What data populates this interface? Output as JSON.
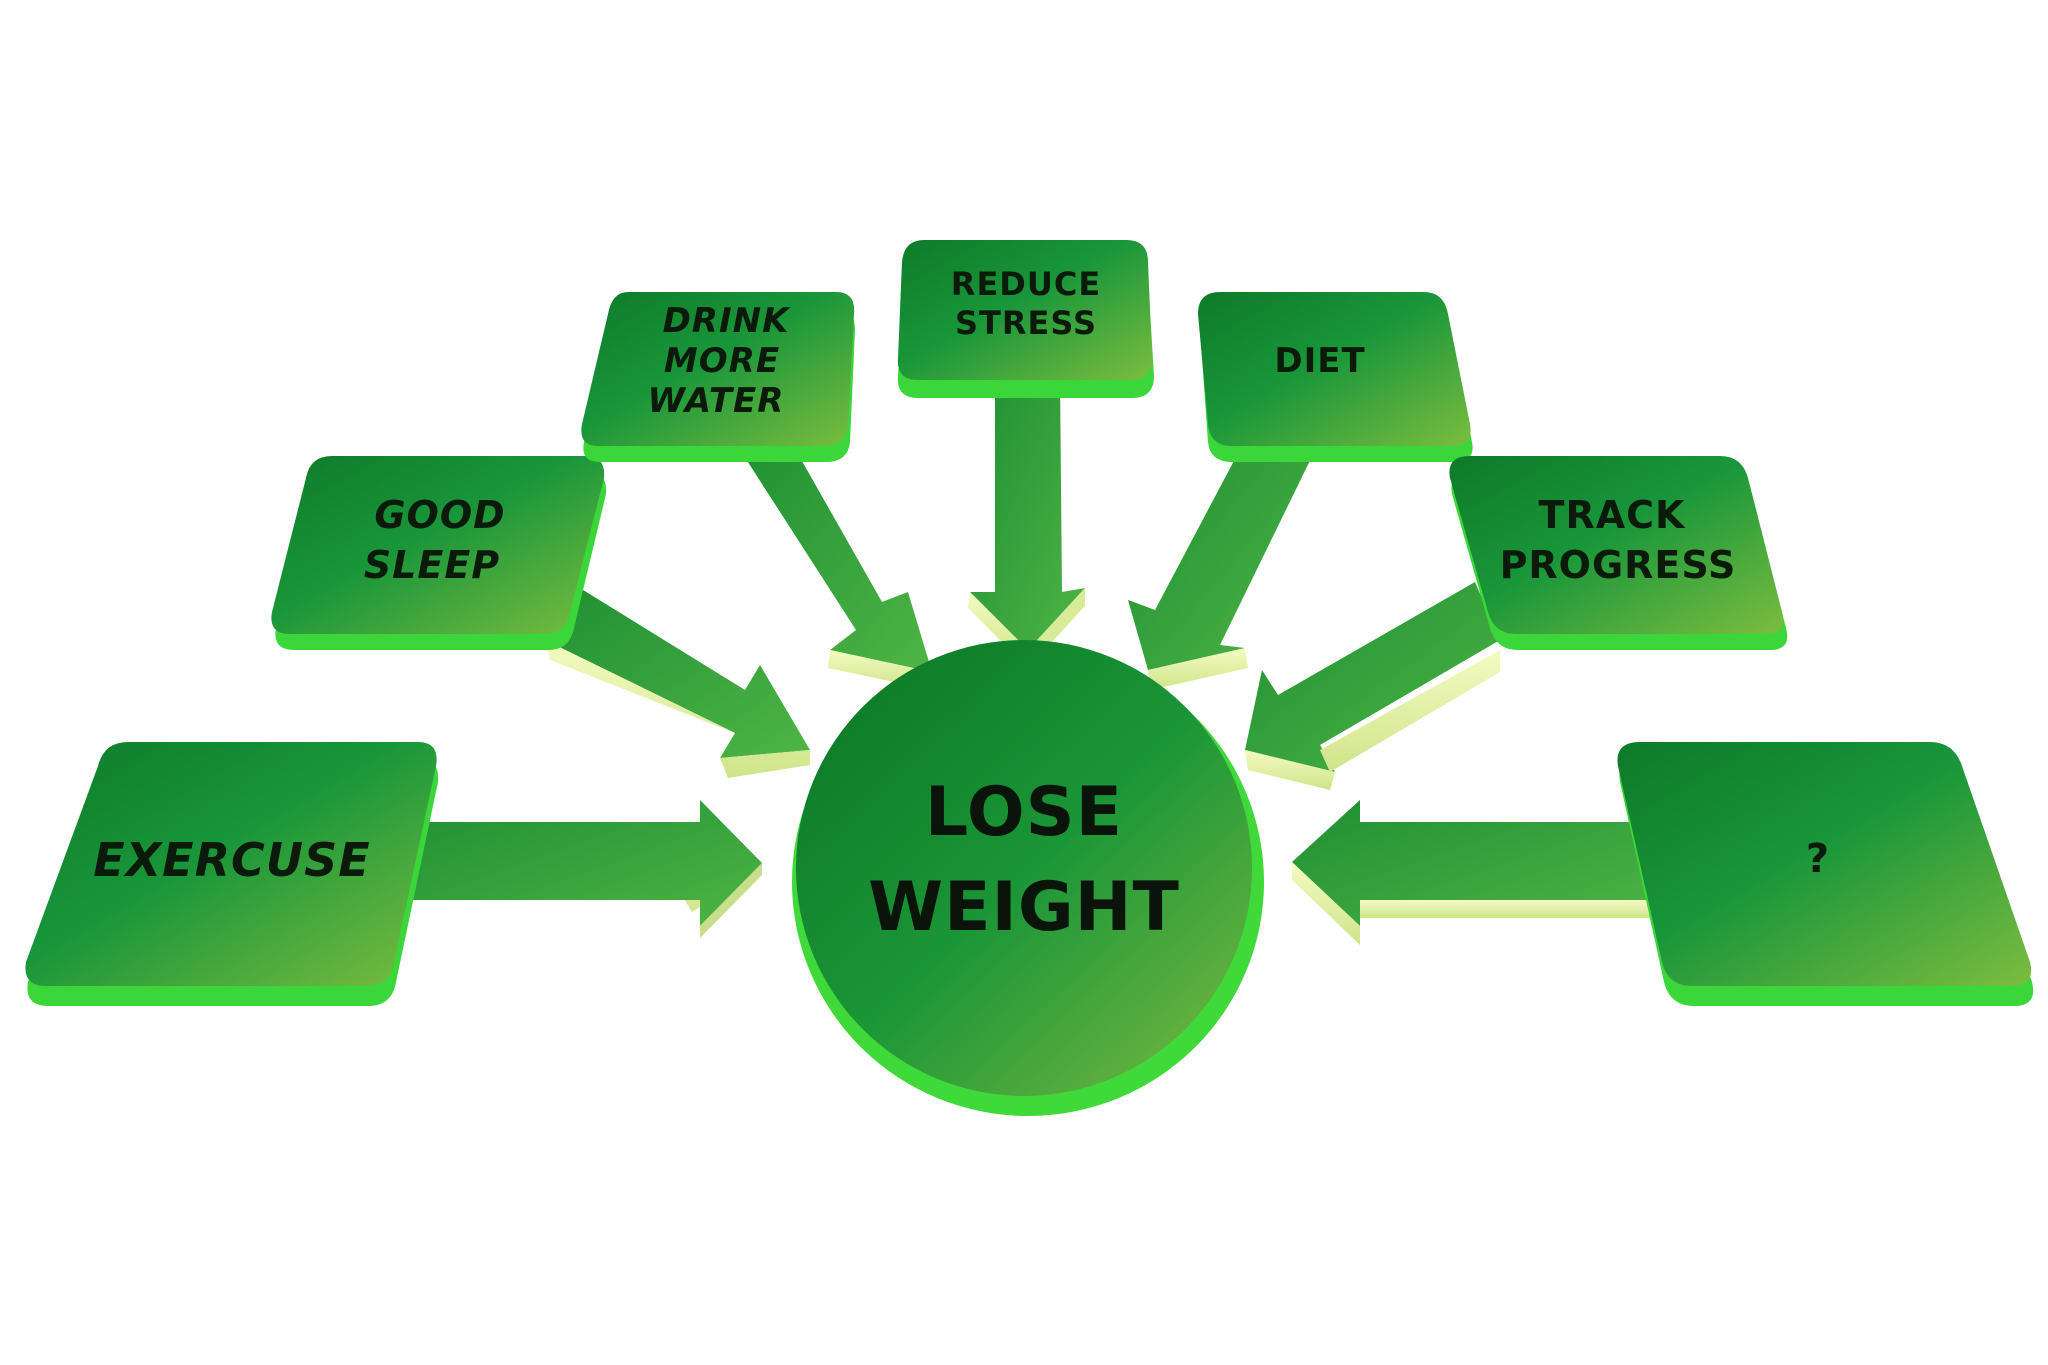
{
  "center": {
    "lines": [
      "LOSE",
      "WEIGHT"
    ]
  },
  "factors": [
    {
      "id": "exercuse",
      "lines": [
        "EXERCUSE"
      ],
      "italic": true
    },
    {
      "id": "good-sleep",
      "lines": [
        "GOOD",
        "SLEEP"
      ],
      "italic": true
    },
    {
      "id": "drink-more-water",
      "lines": [
        "DRINK",
        "MORE",
        "WATER"
      ],
      "italic": false
    },
    {
      "id": "reduce-stress",
      "lines": [
        "REDUCE",
        "STRESS"
      ],
      "italic": false
    },
    {
      "id": "diet",
      "lines": [
        "DIET"
      ],
      "italic": false
    },
    {
      "id": "track-progress",
      "lines": [
        "TRACK",
        "PROGRESS"
      ],
      "italic": false
    },
    {
      "id": "question",
      "lines": [
        "?"
      ],
      "italic": false
    }
  ],
  "colors": {
    "box_dark": "#0f7e2a",
    "box_mid": "#1c9a38",
    "box_light": "#79c141",
    "box_edge": "#3bd63a",
    "arrow_side": "#e9f5a8",
    "arrow_main": "#2f9a3b",
    "text": "#0c1a0c"
  }
}
